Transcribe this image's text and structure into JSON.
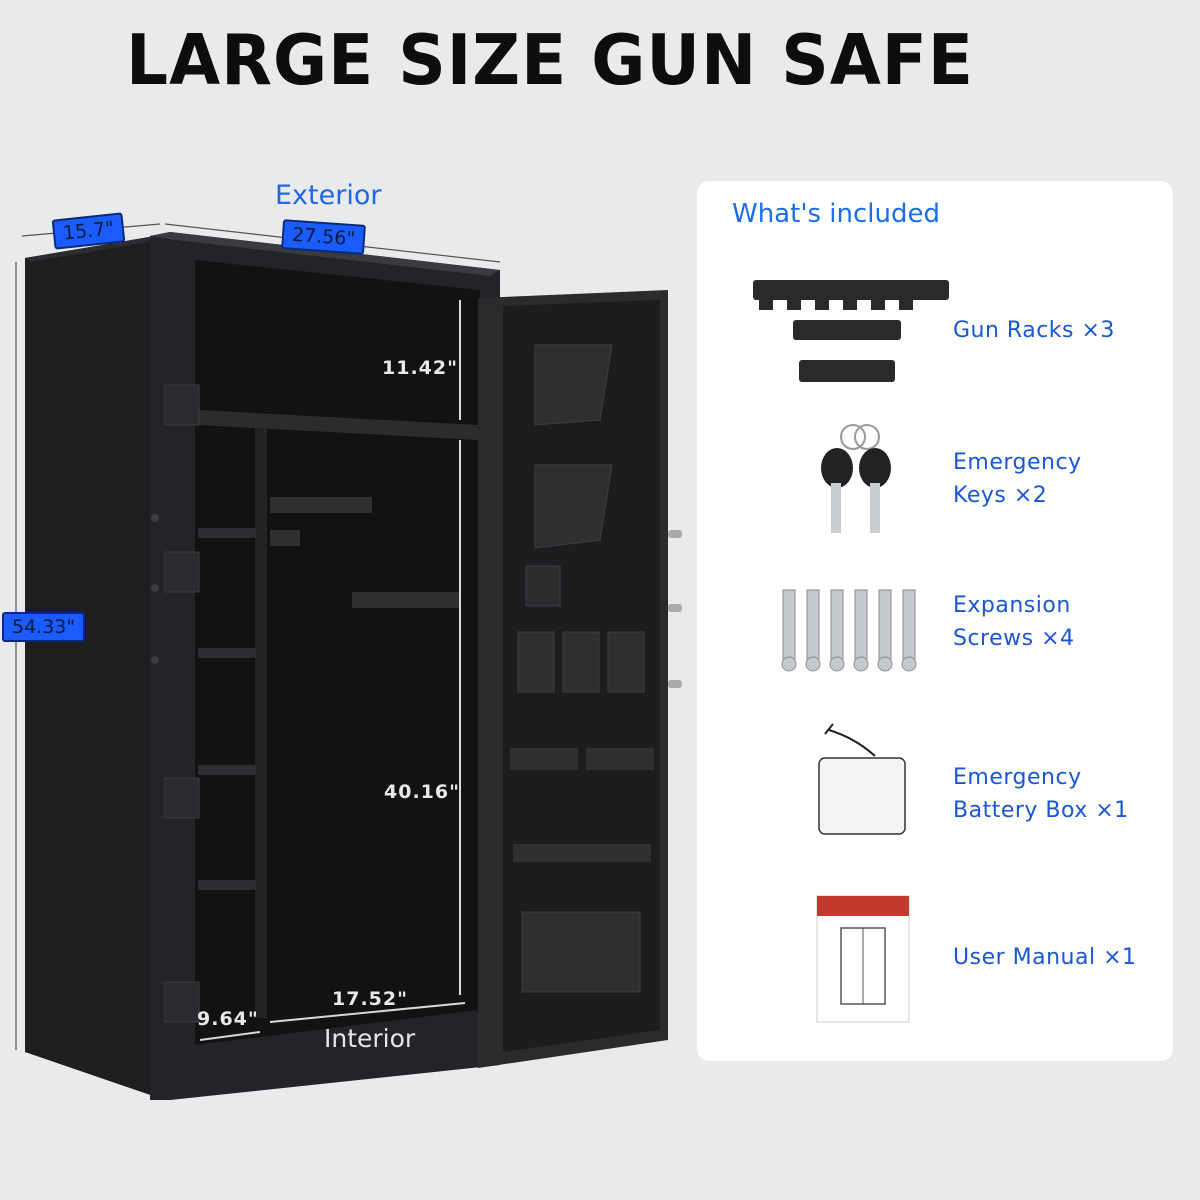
{
  "title": "LARGE SIZE GUN SAFE",
  "dimensions": {
    "exterior_label": "Exterior",
    "interior_label": "Interior",
    "depth": "15.7\"",
    "width": "27.56\"",
    "height": "54.33\"",
    "top_shelf": "11.42\"",
    "main_height": "40.16\"",
    "left_width": "9.64\"",
    "right_width": "17.52\""
  },
  "included": {
    "heading": "What's included",
    "items": [
      {
        "icon": "gun-rack-icon",
        "lines": [
          "Gun Racks ×3"
        ]
      },
      {
        "icon": "keys-icon",
        "lines": [
          "Emergency",
          "Keys ×2"
        ]
      },
      {
        "icon": "screws-icon",
        "lines": [
          "Expansion",
          "Screws ×4"
        ]
      },
      {
        "icon": "battery-box-icon",
        "lines": [
          "Emergency",
          "Battery Box ×1"
        ]
      },
      {
        "icon": "manual-icon",
        "lines": [
          "User Manual ×1"
        ]
      }
    ]
  },
  "colors": {
    "accent_blue": "#1a5cff",
    "text_blue": "#1a56d6",
    "safe_black": "#1b1b1c"
  }
}
